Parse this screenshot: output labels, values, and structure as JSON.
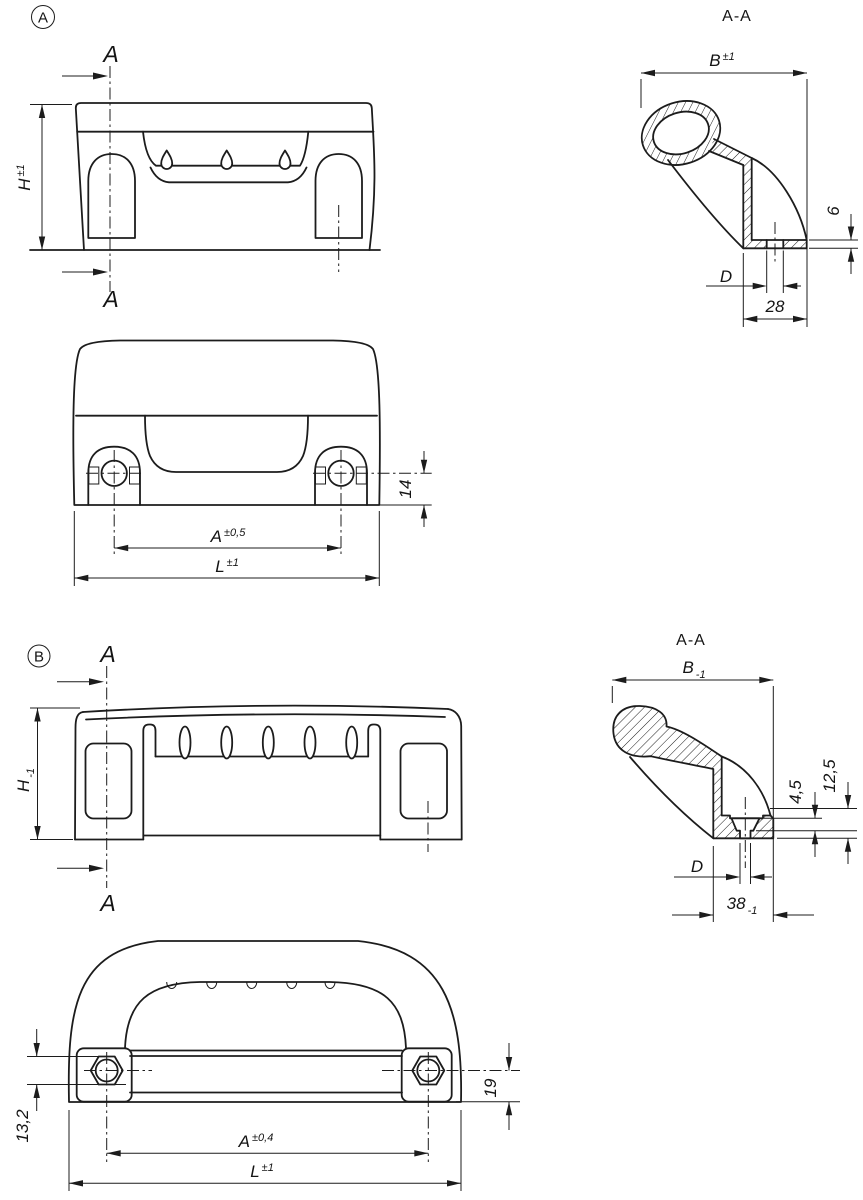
{
  "drawing": {
    "kind": "technical-drawing-two-handle-variants",
    "colors": {
      "background": "#ffffff",
      "line": "#1c1c1c"
    }
  },
  "variant_a": {
    "marker": "A",
    "section_title": "A-A",
    "cut_label_top": "A",
    "cut_label_bottom": "A",
    "dims": {
      "h": "H",
      "h_tol": "±1",
      "b": "B",
      "b_tol": "±1",
      "wall_thickness": "6",
      "hole_diameter": "D",
      "base_width": "28",
      "hole_height": "14",
      "hole_spacing": "A",
      "hole_spacing_tol": "±0,5",
      "length": "L",
      "length_tol": "±1"
    }
  },
  "variant_b": {
    "marker": "B",
    "section_title": "A-A",
    "cut_label_top": "A",
    "cut_label_bottom": "A",
    "dims": {
      "h": "H",
      "h_tol": "-1",
      "b": "B",
      "b_tol": "-1",
      "step_height": "4,5",
      "foot_height": "12,5",
      "hole_diameter": "D",
      "base_width": "38",
      "base_width_tol": "-1",
      "nut_width": "13,2",
      "hole_height": "19",
      "hole_spacing": "A",
      "hole_spacing_tol": "±0,4",
      "length": "L",
      "length_tol": "±1"
    }
  }
}
